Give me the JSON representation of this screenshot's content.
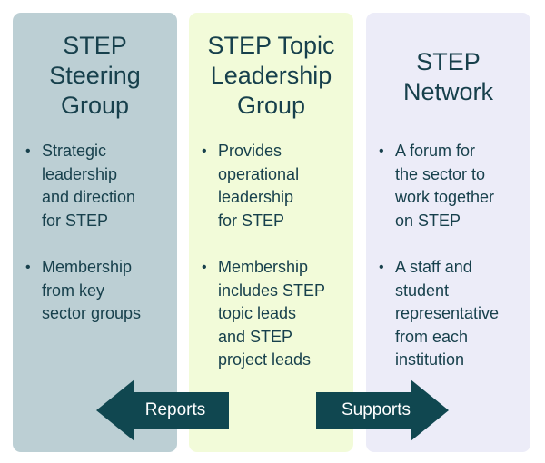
{
  "columns": [
    {
      "title": [
        "STEP",
        "Steering",
        "Group"
      ],
      "bullets": [
        [
          "Strategic",
          "leadership",
          "and direction",
          "for STEP"
        ],
        [
          "Membership",
          "from key",
          "sector groups"
        ]
      ]
    },
    {
      "title": [
        "STEP Topic",
        "Leadership",
        "Group"
      ],
      "bullets": [
        [
          "Provides",
          "operational",
          "leadership",
          "for STEP"
        ],
        [
          "Membership",
          "includes STEP",
          "topic leads",
          "and STEP",
          "project leads"
        ]
      ]
    },
    {
      "title": [
        "STEP",
        "Network"
      ],
      "bullets": [
        [
          "A forum for",
          "the sector to",
          "work together",
          "on STEP"
        ],
        [
          "A staff and",
          "student",
          "representative",
          "from each",
          "institution"
        ]
      ]
    }
  ],
  "arrows": {
    "reports": "Reports",
    "supports": "Supports"
  },
  "colors": {
    "steering_bg": "#bccfd4",
    "topic_bg": "#f2fbd9",
    "network_bg": "#ececf8",
    "arrow_fill": "#104750",
    "text": "#17404c"
  }
}
